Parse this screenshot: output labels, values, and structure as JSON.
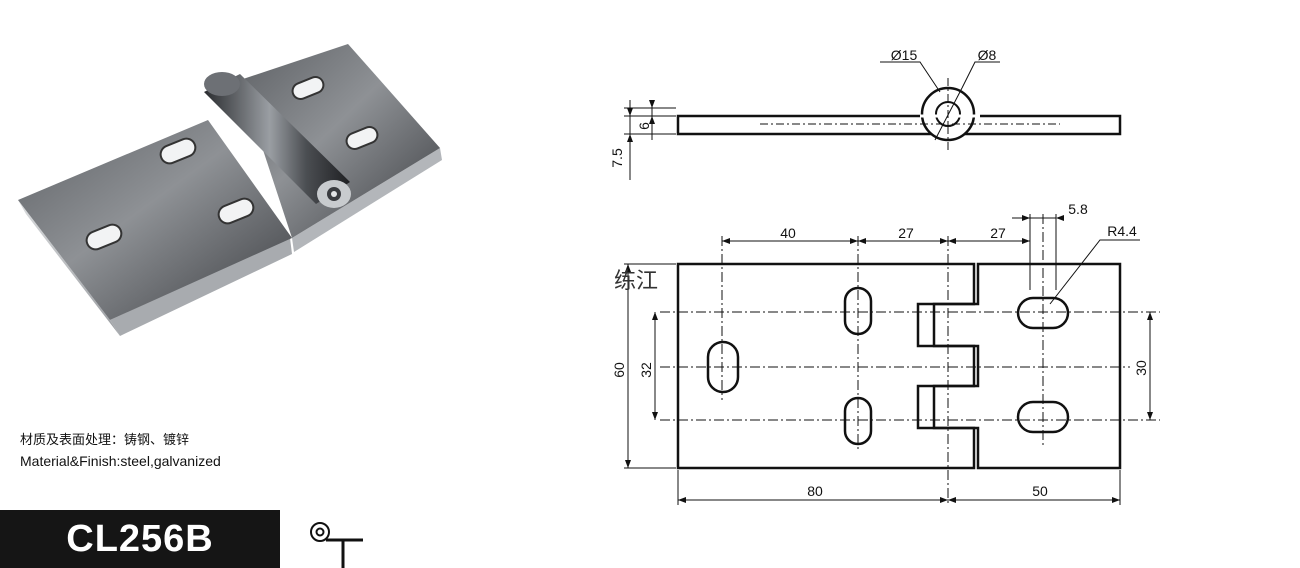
{
  "material": {
    "cn": "材质及表面处理：铸钢、镀锌",
    "en": "Material&Finish:steel,galvanized"
  },
  "model": {
    "code": "CL256B"
  },
  "watermark": "练江",
  "side_view": {
    "dia_outer": "Ø15",
    "dia_inner": "Ø8",
    "thickness": "6",
    "height": "7.5"
  },
  "plan_view": {
    "dim_top_40": "40",
    "dim_top_27a": "27",
    "dim_top_27b": "27",
    "dim_slot": "5.8",
    "dim_radius": "R4.4",
    "dim_height_60": "60",
    "dim_height_32": "32",
    "dim_height_30": "30",
    "dim_bottom_80": "80",
    "dim_bottom_50": "50"
  },
  "colors": {
    "ink": "#111111",
    "model_bg": "#151515",
    "steel_light": "#b9bcbf",
    "steel_dark": "#2b2d30"
  },
  "icons": {
    "hinge_symbol": "hinge-symbol-icon"
  }
}
